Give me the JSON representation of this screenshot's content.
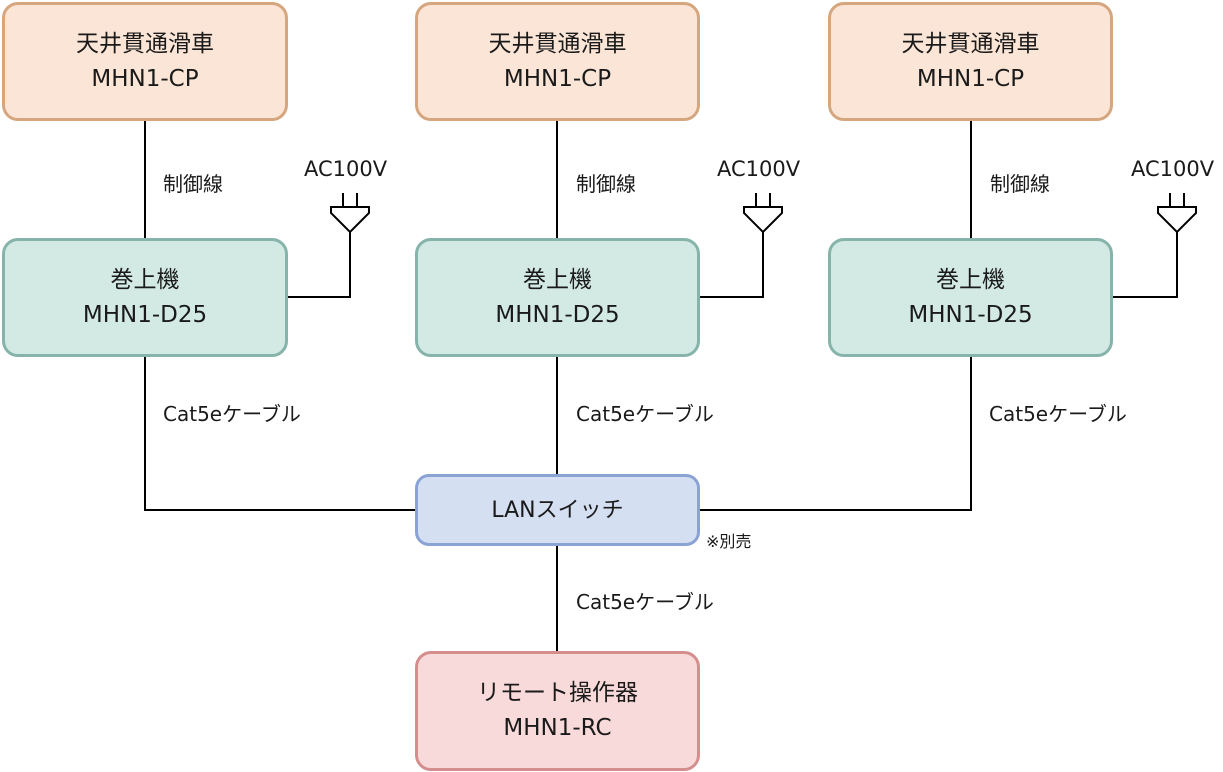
{
  "columns": [
    {
      "pulley": {
        "name": "天井貫通滑車",
        "model": "MHN1-CP"
      },
      "control_line_label": "制御線",
      "power_label": "AC100V",
      "hoist": {
        "name": "巻上機",
        "model": "MHN1-D25"
      },
      "cable_label": "Cat5eケーブル"
    },
    {
      "pulley": {
        "name": "天井貫通滑車",
        "model": "MHN1-CP"
      },
      "control_line_label": "制御線",
      "power_label": "AC100V",
      "hoist": {
        "name": "巻上機",
        "model": "MHN1-D25"
      },
      "cable_label": "Cat5eケーブル"
    },
    {
      "pulley": {
        "name": "天井貫通滑車",
        "model": "MHN1-CP"
      },
      "control_line_label": "制御線",
      "power_label": "AC100V",
      "hoist": {
        "name": "巻上機",
        "model": "MHN1-D25"
      },
      "cable_label": "Cat5eケーブル"
    }
  ],
  "lan_switch": {
    "name": "LANスイッチ",
    "note": "※別売"
  },
  "remote_cable_label": "Cat5eケーブル",
  "remote": {
    "name": "リモート操作器",
    "model": "MHN1-RC"
  },
  "colors": {
    "pulley_fill": "#fbe5d6",
    "pulley_border": "#d6a67e",
    "hoist_fill": "#d3eae4",
    "hoist_border": "#86b3aa",
    "lan_fill": "#d4e0f2",
    "lan_border": "#8aa3d4",
    "remote_fill": "#f9dada",
    "remote_border": "#d48e8e",
    "line": "#000000"
  }
}
